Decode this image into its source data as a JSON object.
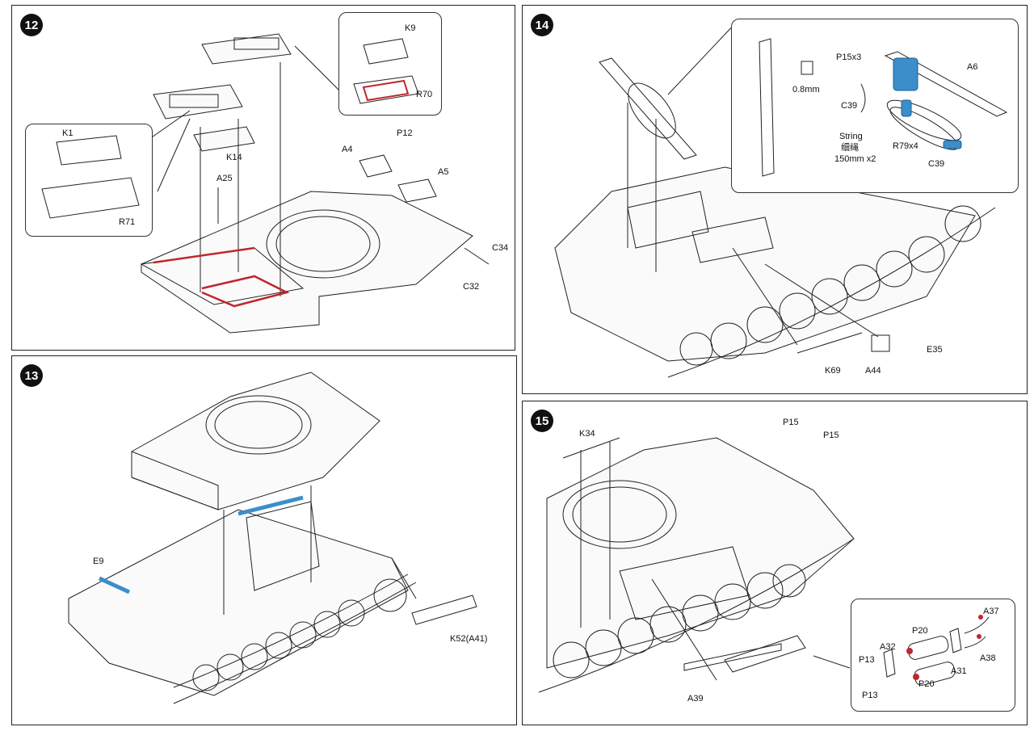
{
  "steps": [
    {
      "number": "12",
      "labels": {
        "k9": "K9",
        "r70": "R70",
        "p12": "P12",
        "a4": "A4",
        "a5": "A5",
        "k14": "K14",
        "a25": "A25",
        "k1": "K1",
        "r71": "R71",
        "c34": "C34",
        "c32": "C32"
      }
    },
    {
      "number": "13",
      "labels": {
        "e9": "E9",
        "k52": "K52(A41)"
      }
    },
    {
      "number": "14",
      "labels": {
        "p15x3": "P15x3",
        "a6": "A6",
        "mm": "0.8mm",
        "c39a": "C39",
        "string": "String",
        "string_cn": "细绳",
        "string_len": "150mm x2",
        "r79": "R79x4",
        "c39b": "C39",
        "k69": "K69",
        "a44": "A44",
        "e35": "E35"
      }
    },
    {
      "number": "15",
      "labels": {
        "k34": "K34",
        "p15a": "P15",
        "p15b": "P15",
        "a37": "A37",
        "a38": "A38",
        "p20a": "P20",
        "p20b": "P20",
        "a32": "A32",
        "a31": "A31",
        "p13a": "P13",
        "p13b": "P13",
        "a39": "A39"
      }
    }
  ],
  "colors": {
    "highlight_red": "#c0262d",
    "highlight_blue": "#3b8ec9",
    "line": "#222222"
  }
}
